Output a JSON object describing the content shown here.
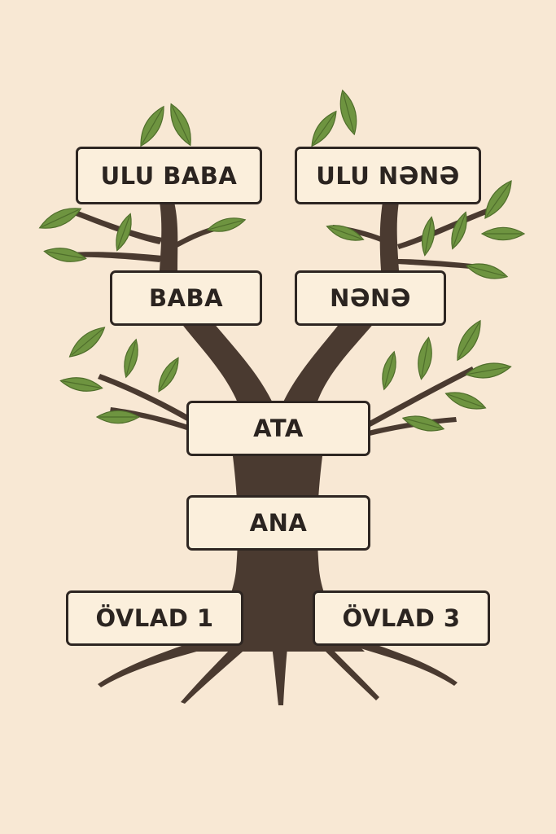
{
  "colors": {
    "background": "#f8e8d4",
    "trunk": "#4a3a30",
    "leaf": "#6e9440",
    "leaf_vein": "#4f6e2b",
    "box_fill": "#fbefdc",
    "box_border": "#2e2622",
    "text": "#2b2420"
  },
  "icons": {
    "leaf": "leaf-icon",
    "trunk": "tree-trunk",
    "roots": "tree-roots"
  },
  "nodes": {
    "ulu_baba": "ULU BABA",
    "ulu_nene": "ULU NƏNƏ",
    "baba": "BABA",
    "nene": "NƏNƏ",
    "ata": "ATA",
    "ana": "ANA",
    "ovlad_1": "ÖVLAD 1",
    "ovlad_3": "ÖVLAD 3"
  }
}
